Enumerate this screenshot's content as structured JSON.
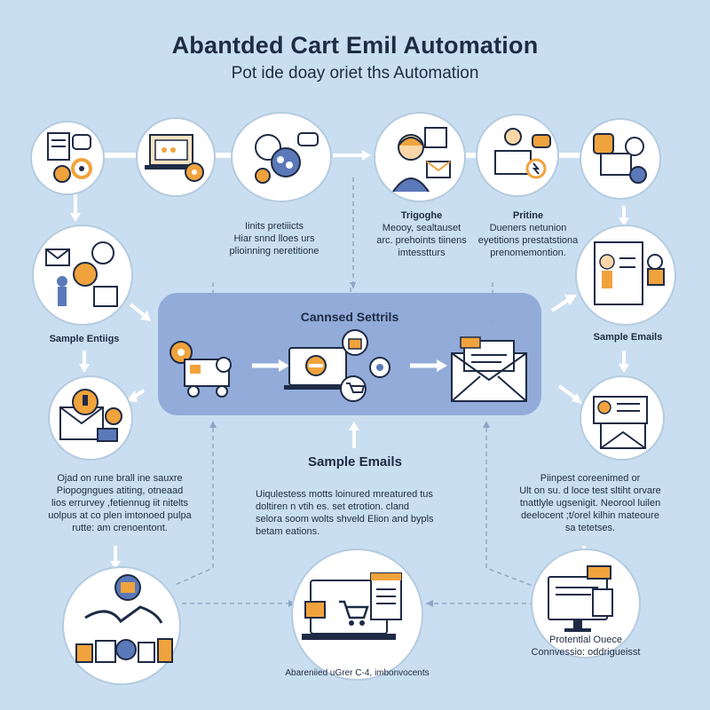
{
  "title": "Abantded Cart Emil  Automation",
  "subtitle": "Pot ide doay oriet ths Automation",
  "colors": {
    "background": "#c9def0",
    "panel": "#8fa8d6",
    "accent_orange": "#f0a33c",
    "accent_blue": "#5b79b8",
    "line": "#9db4cf"
  },
  "top_labels": {
    "left": "Iinits pretiiicts\nHiar snnd lloes urs\nplioinning neretitione",
    "trigger_title": "Trigoghe",
    "trigger_body": "Meooy, sealtauset\narc. prehoints tiinens\nimtesstturs",
    "pritine_title": "Pritine",
    "pritine_body": "Dueners netunion\neyetitions prestatstiona\nprenomemontion."
  },
  "side_labels": {
    "left_title": "Sample Entiigs",
    "right_title": "Sample Emails"
  },
  "center": {
    "title": "Cannsed Settrils"
  },
  "middle": {
    "title": "Sample Emails",
    "left_text": "Ojad on rune brall ine sauxre\nPiopogngues atiting, otneaad\nlios errurvey ,fetiennug iit nitelts\nuolpus at co plen imtonoed pulpa\nrutte: am crenoentont.",
    "center_text": "Uiqulestess motts loinured mreatured tus\ndoltiren  n vtih es. set etrotion. cland\nselora soom wolts shveld Elion and bypls\nbetam eations.",
    "right_text": "Piinpest coreenimed or\nUlt on su. d loce test sltiht orvare\ntnattlyle ugsenigit. Neorool luilen\ndeelocent ;t/orel kilhin mateoure\nsa tetetses."
  },
  "bottom": {
    "center_caption": "Abareniied uGrer C-4, imbonvocents",
    "right_title": "Protentlal Ouece",
    "right_body": "Connvessio: oddrigueisst"
  }
}
